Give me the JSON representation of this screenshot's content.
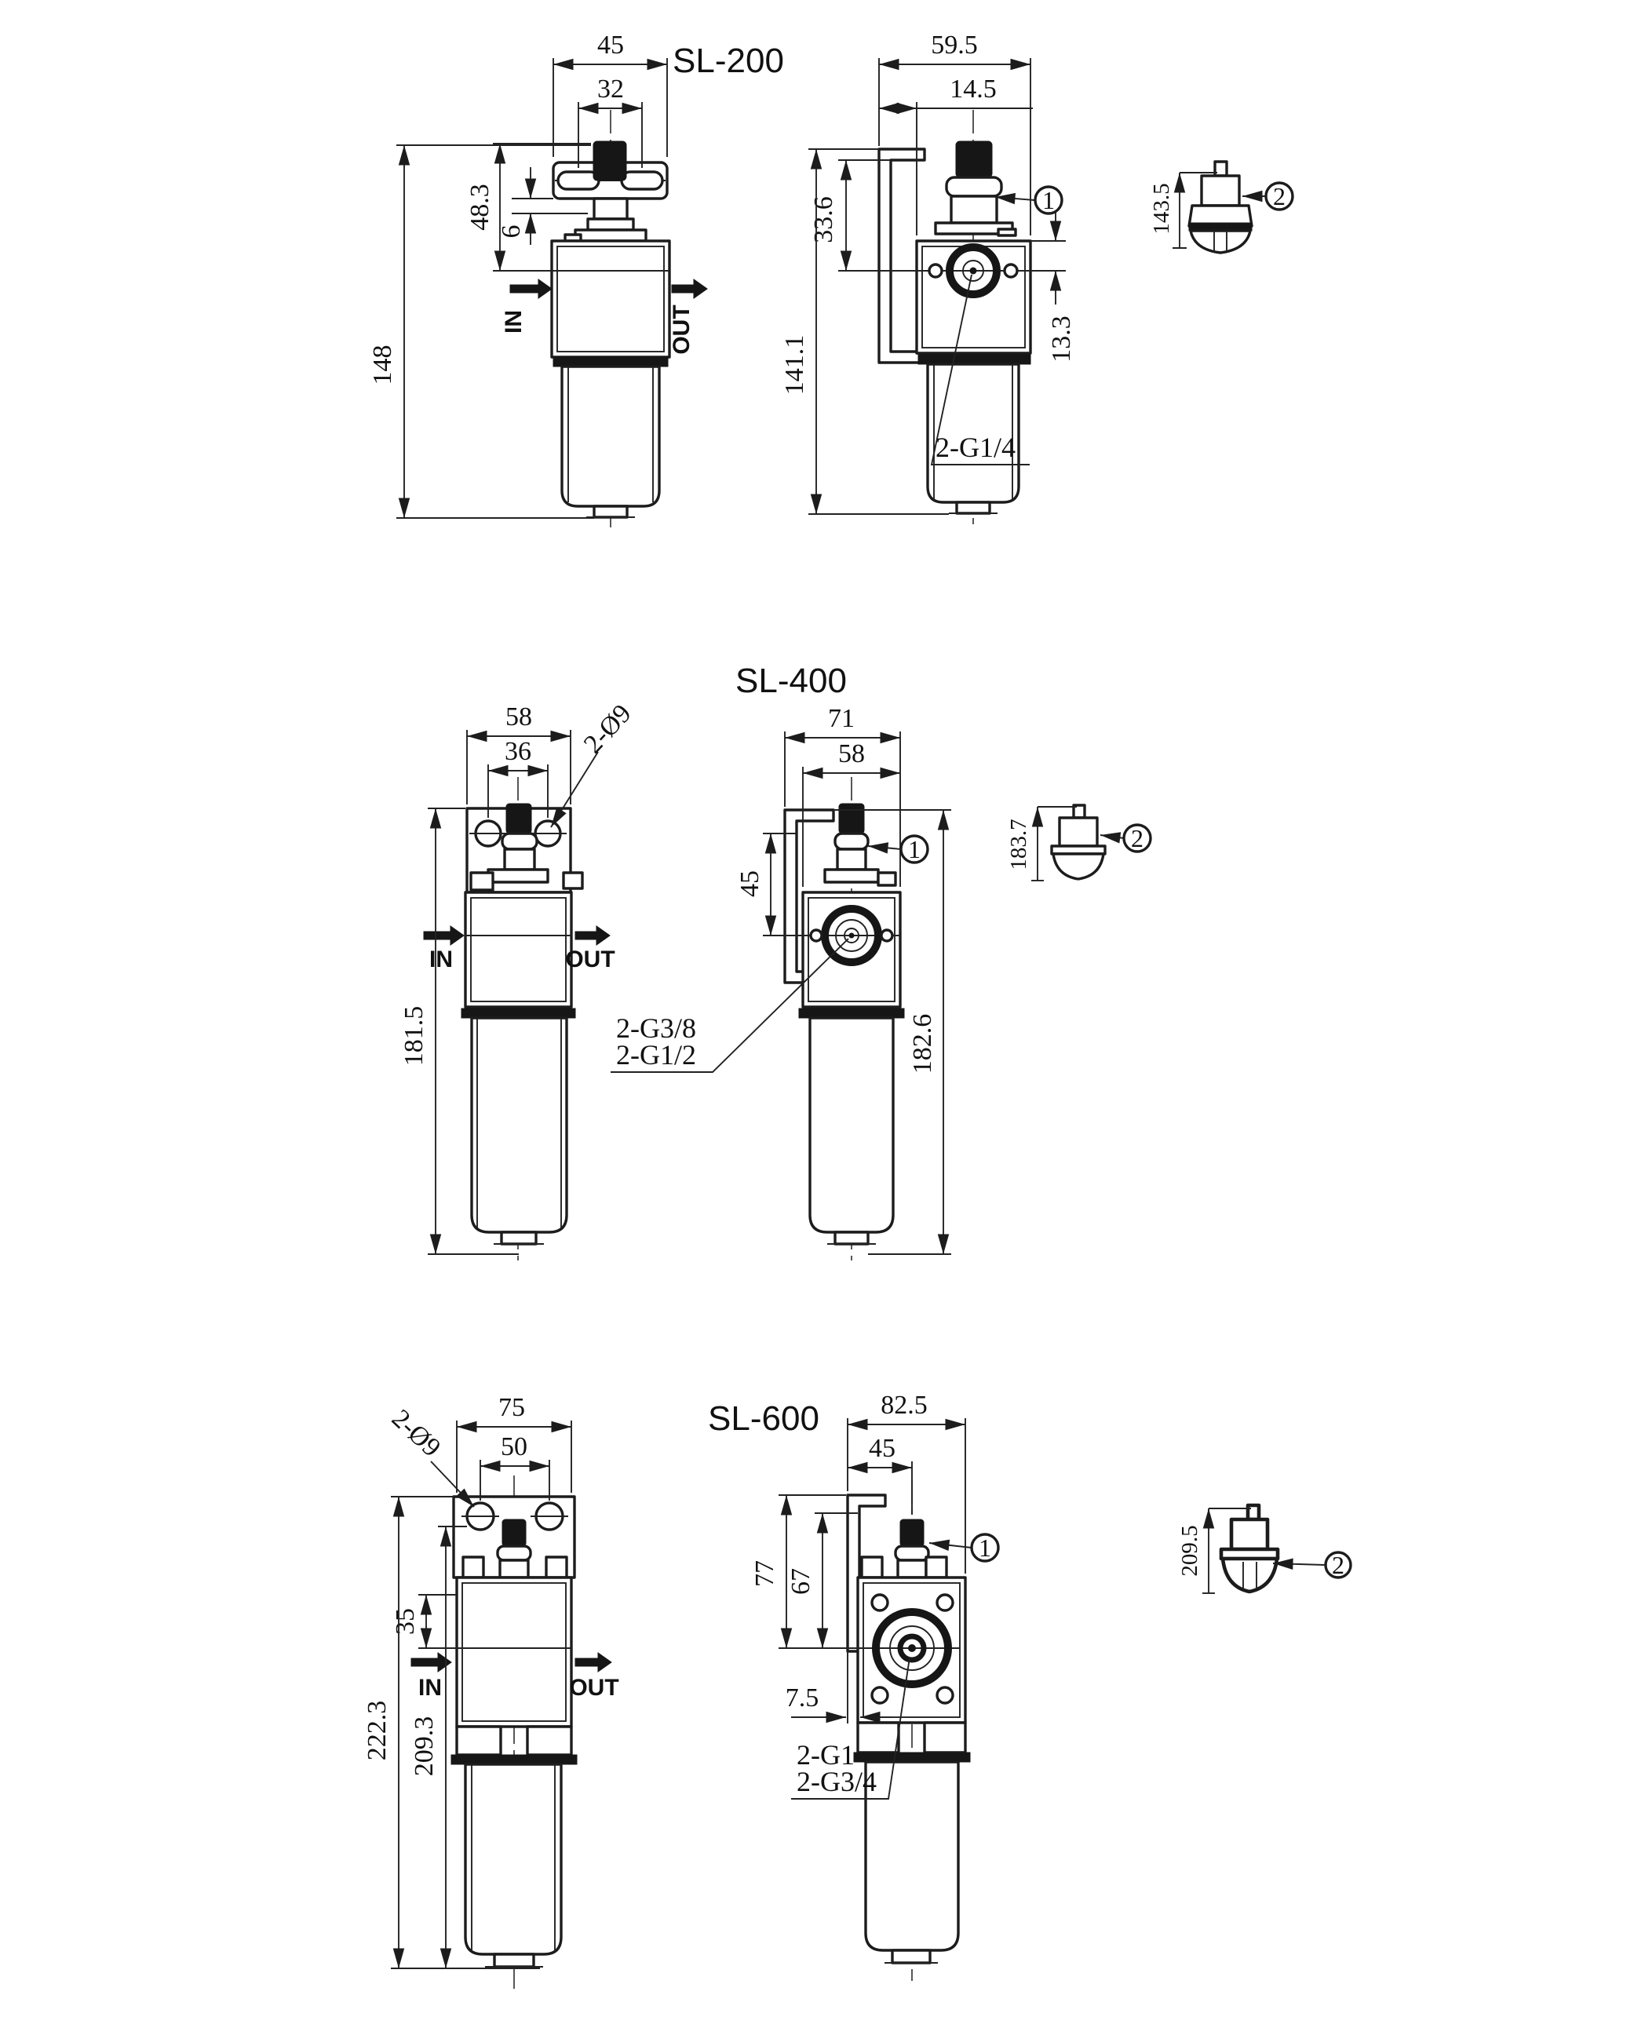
{
  "page": {
    "sheet_bg": "#ffffff",
    "ink": "#1c1c1c"
  },
  "models": [
    {
      "title": "SL-200",
      "front": {
        "dim_width_top": "45",
        "dim_width_inner": "32",
        "dim_bracket_height": "48.3",
        "dim_gap": "6",
        "dim_height_total": "148",
        "in_label": "IN",
        "out_label": "OUT"
      },
      "side": {
        "dim_depth_total": "59.5",
        "dim_bracket_offset": "14.5",
        "dim_top_to_port": "33.6",
        "dim_height_total": "141.1",
        "dim_body_to_port": "13.3",
        "port_labels": [
          "2-G1/4"
        ],
        "callout_drip": "1"
      },
      "detail": {
        "dim_height": "143.5",
        "callout_cup": "2"
      }
    },
    {
      "title": "SL-400",
      "front": {
        "dim_width_top": "58",
        "dim_hole_spacing": "36",
        "hole_note": "2-Ø9",
        "dim_height_total": "181.5",
        "in_label": "IN",
        "out_label": "OUT"
      },
      "side": {
        "dim_depth_total": "71",
        "dim_body_depth": "58",
        "dim_top_to_port": "45",
        "dim_height_total": "182.6",
        "port_labels": [
          "2-G3/8",
          "2-G1/2"
        ],
        "callout_drip": "1"
      },
      "detail": {
        "dim_height": "183.7",
        "callout_cup": "2"
      }
    },
    {
      "title": "SL-600",
      "front": {
        "dim_width_top": "75",
        "dim_hole_spacing": "50",
        "hole_note": "2-Ø9",
        "dim_port_height": "35",
        "dim_height_total": "222.3",
        "dim_height_secondary": "209.3",
        "in_label": "IN",
        "out_label": "OUT"
      },
      "side": {
        "dim_depth_total": "82.5",
        "dim_center_offset": "45",
        "dim_top_to_port": "77",
        "dim_top_to_port_secondary": "67",
        "dim_bracket_offset": "7.5",
        "port_labels": [
          "2-G1",
          "2-G3/4"
        ],
        "callout_drip": "1"
      },
      "detail": {
        "dim_height": "209.5",
        "callout_cup": "2"
      }
    }
  ]
}
